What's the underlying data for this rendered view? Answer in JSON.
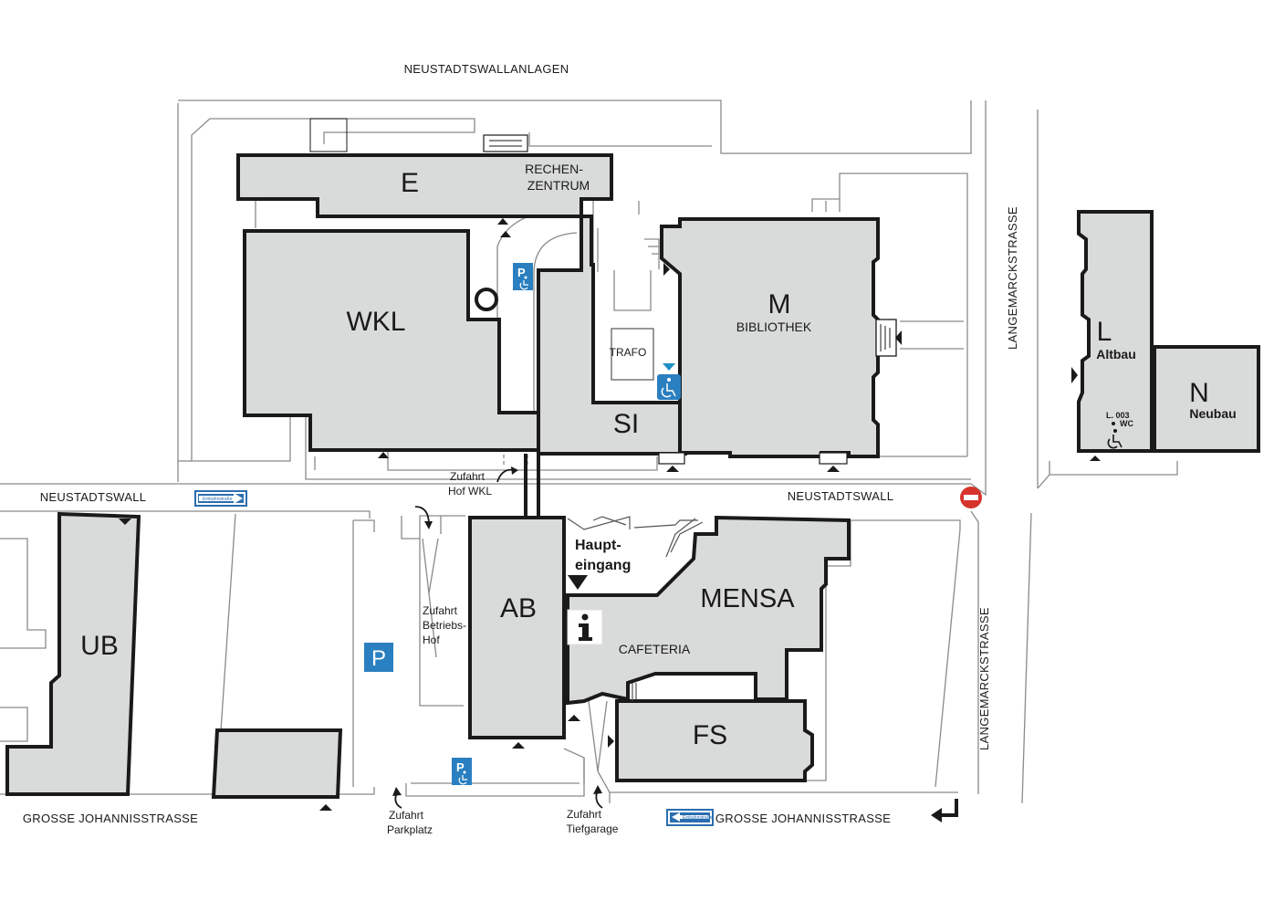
{
  "streets": {
    "north": "NEUSTADTSWALLANLAGEN",
    "neustadtswall_left": "NEUSTADTSWALL",
    "neustadtswall_right": "NEUSTADTSWALL",
    "langemarck_upper": "LANGEMARCKSTRASSE",
    "langemarck_lower": "LANGEMARCKSTRASSE",
    "grosse_left": "GROSSE JOHANNISSTRASSE",
    "grosse_right": "GROSSE JOHANNISSTRASSE"
  },
  "buildings": {
    "e": "E",
    "rechenzentrum_1": "RECHEN-",
    "rechenzentrum_2": "ZENTRUM",
    "wkl": "WKL",
    "m": "M",
    "bibliothek": "BIBLIOTHEK",
    "si": "SI",
    "trafo": "TRAFO",
    "l": "L",
    "altbau": "Altbau",
    "n": "N",
    "neubau": "Neubau",
    "ub": "UB",
    "ab": "AB",
    "mensa": "MENSA",
    "cafeteria": "CAFETERIA",
    "fs": "FS"
  },
  "labels": {
    "haupteingang_1": "Haupt-",
    "haupteingang_2": "eingang",
    "zufahrt_hof_wkl_1": "Zufahrt",
    "zufahrt_hof_wkl_2": "Hof WKL",
    "zufahrt_betriebshof_1": "Zufahrt",
    "zufahrt_betriebshof_2": "Betriebs-",
    "zufahrt_betriebshof_3": "Hof",
    "zufahrt_parkplatz_1": "Zufahrt",
    "zufahrt_parkplatz_2": "Parkplatz",
    "zufahrt_tiefgarage_1": "Zufahrt",
    "zufahrt_tiefgarage_2": "Tiefgarage",
    "wc_room": "L. 003",
    "wc": "WC",
    "parking": "P",
    "einbahn": "Einbahnstraße",
    "info": "i"
  },
  "colors": {
    "building_fill": "#d9dada",
    "outline": "#1a1a1a",
    "accessibility_blue": "#2a7fc0",
    "no_entry_red": "#d6342c"
  },
  "icons": {
    "parking": "parking-icon",
    "disabled_parking": "disabled-parking-icon",
    "wheelchair": "wheelchair-icon",
    "info": "info-icon",
    "no_entry": "no-entry-icon",
    "one_way": "one-way-icon",
    "entrance": "entrance-triangle-icon"
  }
}
